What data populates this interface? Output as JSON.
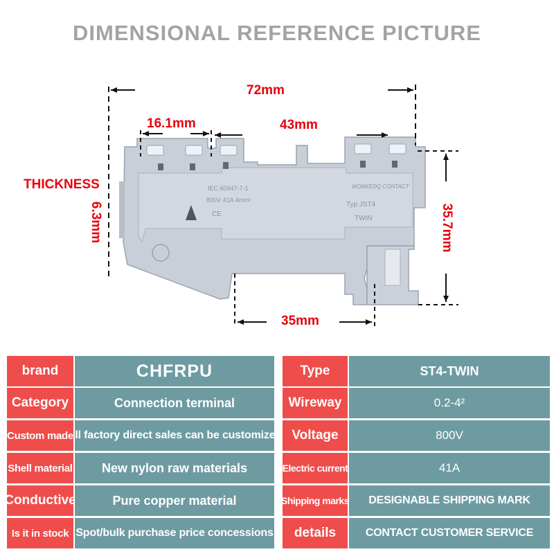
{
  "title": "DIMENSIONAL REFERENCE PICTURE",
  "dimensions": {
    "overall_length": "72mm",
    "clamp_width": "16.1mm",
    "center_span": "43mm",
    "height": "35.7mm",
    "rail_width": "35mm",
    "thickness_label": "THICKNESS",
    "thickness_value": "6.3mm"
  },
  "product_markings": {
    "standard": "IEC 60947-7-1",
    "rating": "800V 41A 4mm²",
    "ce_mark": "CE",
    "brand_mark": "WONKEDQ CONTACT",
    "type_mark": "Typ JST4",
    "twin_mark": "TWIN"
  },
  "colors": {
    "label_bg": "#ee4d4b",
    "value_bg": "#6e9ba2",
    "dimension_red": "#e8000b",
    "title_gray": "#a3a3a3",
    "terminal_gray": "#c9cfd8"
  },
  "specs": [
    {
      "label": "brand",
      "value": "CHFRPU",
      "label2": "Type",
      "value2": "ST4-TWIN"
    },
    {
      "label": "Category",
      "value": "Connection terminal",
      "label2": "Wireway",
      "value2": "0.2-4²"
    },
    {
      "label": "Custom made",
      "value": "All factory direct sales can be customized",
      "label2": "Voltage",
      "value2": "800V"
    },
    {
      "label": "Shell material",
      "value": "New nylon raw materials",
      "label2": "Electric current",
      "value2": "41A"
    },
    {
      "label": "Conductive",
      "value": "Pure copper material",
      "label2": "Shipping marks",
      "value2": "DESIGNABLE SHIPPING MARK"
    },
    {
      "label": "Is it in stock",
      "value": "Spot/bulk purchase price concessions",
      "label2": "details",
      "value2": "CONTACT CUSTOMER SERVICE"
    }
  ]
}
